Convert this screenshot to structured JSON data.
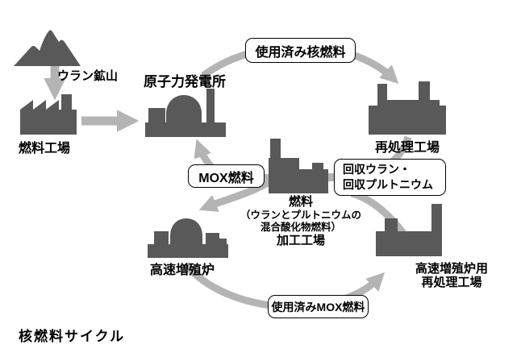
{
  "caption": "核燃料サイクル",
  "colors": {
    "background": "#ffffff",
    "building": "#595959",
    "arrow": "#b4b4b4",
    "box_border": "#000000",
    "box_fill": "#ffffff",
    "text": "#000000"
  },
  "nodes": {
    "uranium_mine": {
      "label": "ウラン鉱山",
      "icon": "mountain-icon"
    },
    "fuel_factory": {
      "label": "燃料工場",
      "icon": "factory-icon"
    },
    "nuclear_plant": {
      "label": "原子力発電所",
      "icon": "reactor-dome-icon"
    },
    "reprocessing_plant": {
      "label": "再処理工場",
      "icon": "industrial-plant-icon"
    },
    "mox_fabrication_plant": {
      "label_lines": [
        "燃料",
        "（ウランとプルトニウムの",
        "混合酸化物燃料）",
        "加工工場"
      ],
      "icon": "industrial-plant-icon"
    },
    "fast_breeder_reactor": {
      "label": "高速増殖炉",
      "icon": "reactor-dome-icon"
    },
    "fbr_reprocessing_plant": {
      "label_lines": [
        "高速増殖炉用",
        "再処理工場"
      ],
      "icon": "industrial-plant-icon"
    }
  },
  "flow_labels": {
    "spent_nuclear_fuel": "使用済み核燃料",
    "mox_fuel": "MOX燃料",
    "recovered_materials_lines": [
      "回収ウラン・",
      "回収プルトニウム"
    ],
    "spent_mox_fuel": "使用済みMOX燃料"
  }
}
